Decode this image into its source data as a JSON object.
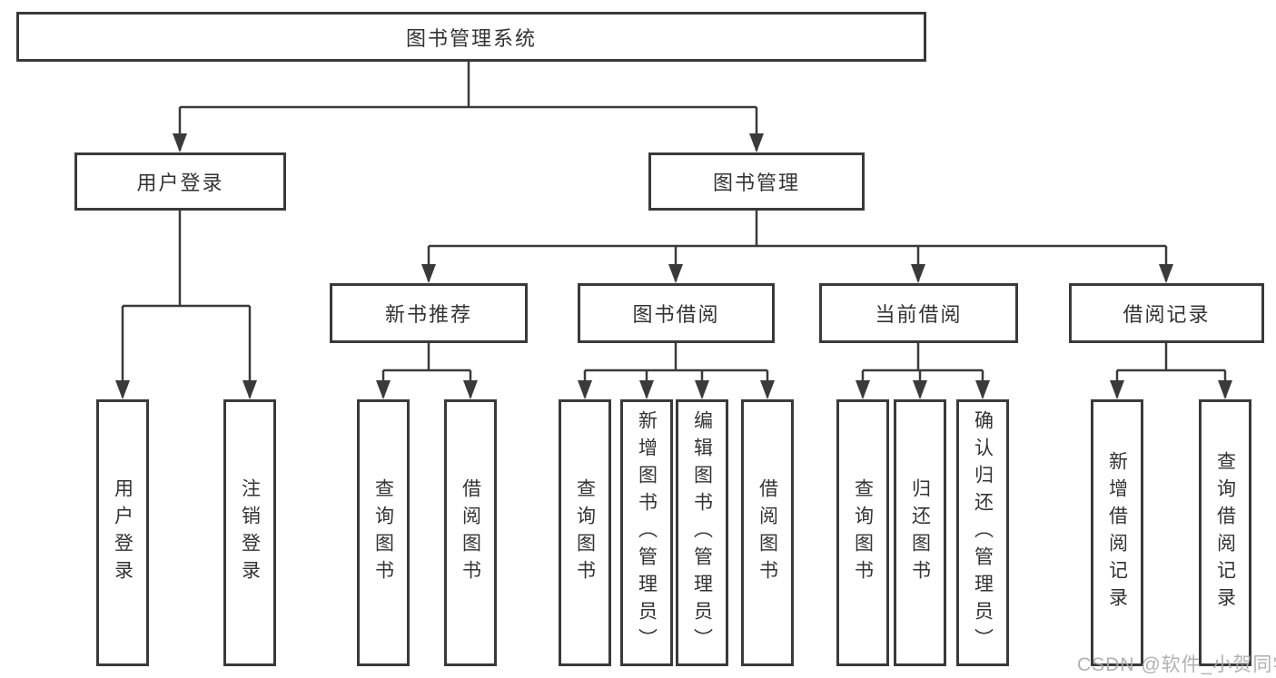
{
  "tree": {
    "label": "图书管理系统",
    "children": [
      {
        "label": "用户登录",
        "children": [
          {
            "label": "用户登录"
          },
          {
            "label": "注销登录"
          }
        ]
      },
      {
        "label": "图书管理",
        "children": [
          {
            "label": "新书推荐",
            "children": [
              {
                "label": "查询图书"
              },
              {
                "label": "借阅图书"
              }
            ]
          },
          {
            "label": "图书借阅",
            "children": [
              {
                "label": "查询图书"
              },
              {
                "label": "新增图书（管理员）"
              },
              {
                "label": "编辑图书（管理员）"
              },
              {
                "label": "借阅图书"
              }
            ]
          },
          {
            "label": "当前借阅",
            "children": [
              {
                "label": "查询图书"
              },
              {
                "label": "归还图书"
              },
              {
                "label": "确认归还（管理员）"
              }
            ]
          },
          {
            "label": "借阅记录",
            "children": [
              {
                "label": "新增借阅记录"
              },
              {
                "label": "查询借阅记录"
              }
            ]
          }
        ]
      }
    ]
  },
  "watermark": {
    "text": "CSDN @软件_小贺同学"
  },
  "colors": {
    "line": "#3a3a3a",
    "border": "#3a3a3a",
    "text": "#333333",
    "background": "#ffffff",
    "watermark": "#a8a8a8"
  }
}
